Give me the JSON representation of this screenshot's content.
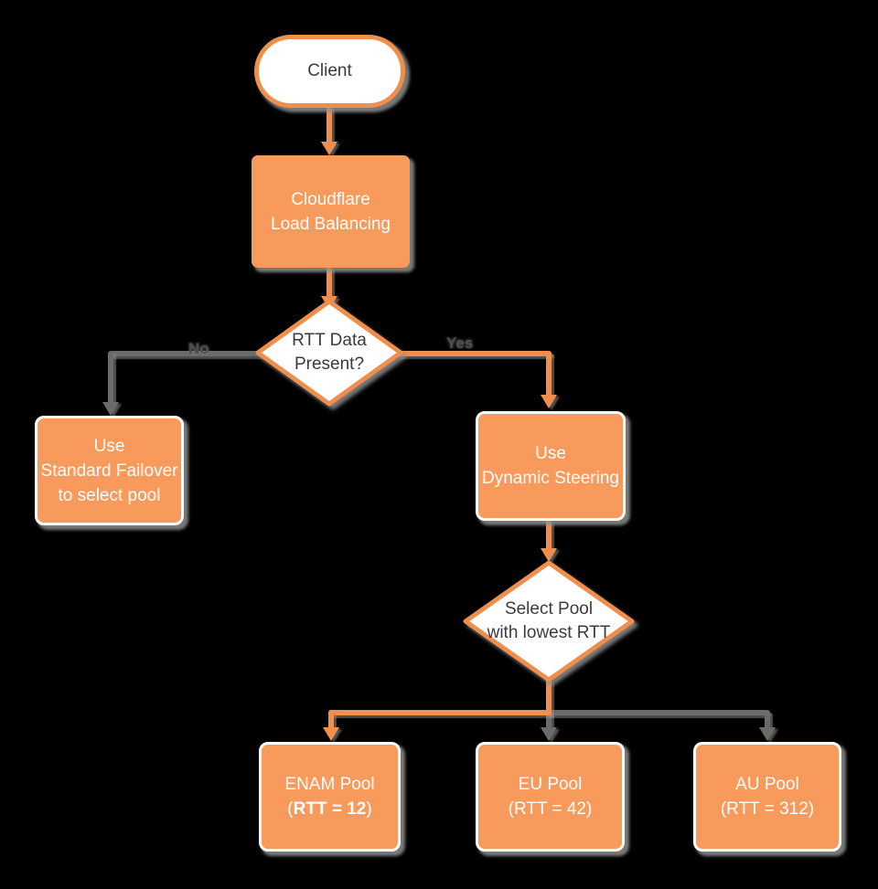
{
  "colors": {
    "background": "#000000",
    "orange_fill": "#f79a5c",
    "orange_line": "#f08f4d",
    "gray_line": "#6b6b6b",
    "shadow_gray": "#8e8e8e",
    "node_border_white": "#fffdf7",
    "dark_text": "#3b3b3b",
    "white_text": "#fefefe",
    "edge_label_text": "#4e4e4e"
  },
  "nodes": {
    "client": {
      "label": "Client"
    },
    "cloudflare_lb": {
      "line1": "Cloudflare",
      "line2": "Load Balancing"
    },
    "rtt_decision": {
      "line1": "RTT Data",
      "line2": "Present?"
    },
    "standard_failover": {
      "line1": "Use",
      "line2": "Standard Failover",
      "line3": "to select pool"
    },
    "dynamic_steering": {
      "line1": "Use",
      "line2": "Dynamic Steering"
    },
    "select_pool": {
      "line1": "Select Pool",
      "line2": "with lowest RTT"
    },
    "enam_pool": {
      "line1": "ENAM Pool",
      "line2_open": "(",
      "line2_value": "RTT = 12",
      "line2_close": ")"
    },
    "eu_pool": {
      "line1": "EU Pool",
      "line2": "(RTT = 42)"
    },
    "au_pool": {
      "line1": "AU Pool",
      "line2": "(RTT = 312)"
    }
  },
  "edge_labels": {
    "no": "No",
    "yes": "Yes"
  }
}
